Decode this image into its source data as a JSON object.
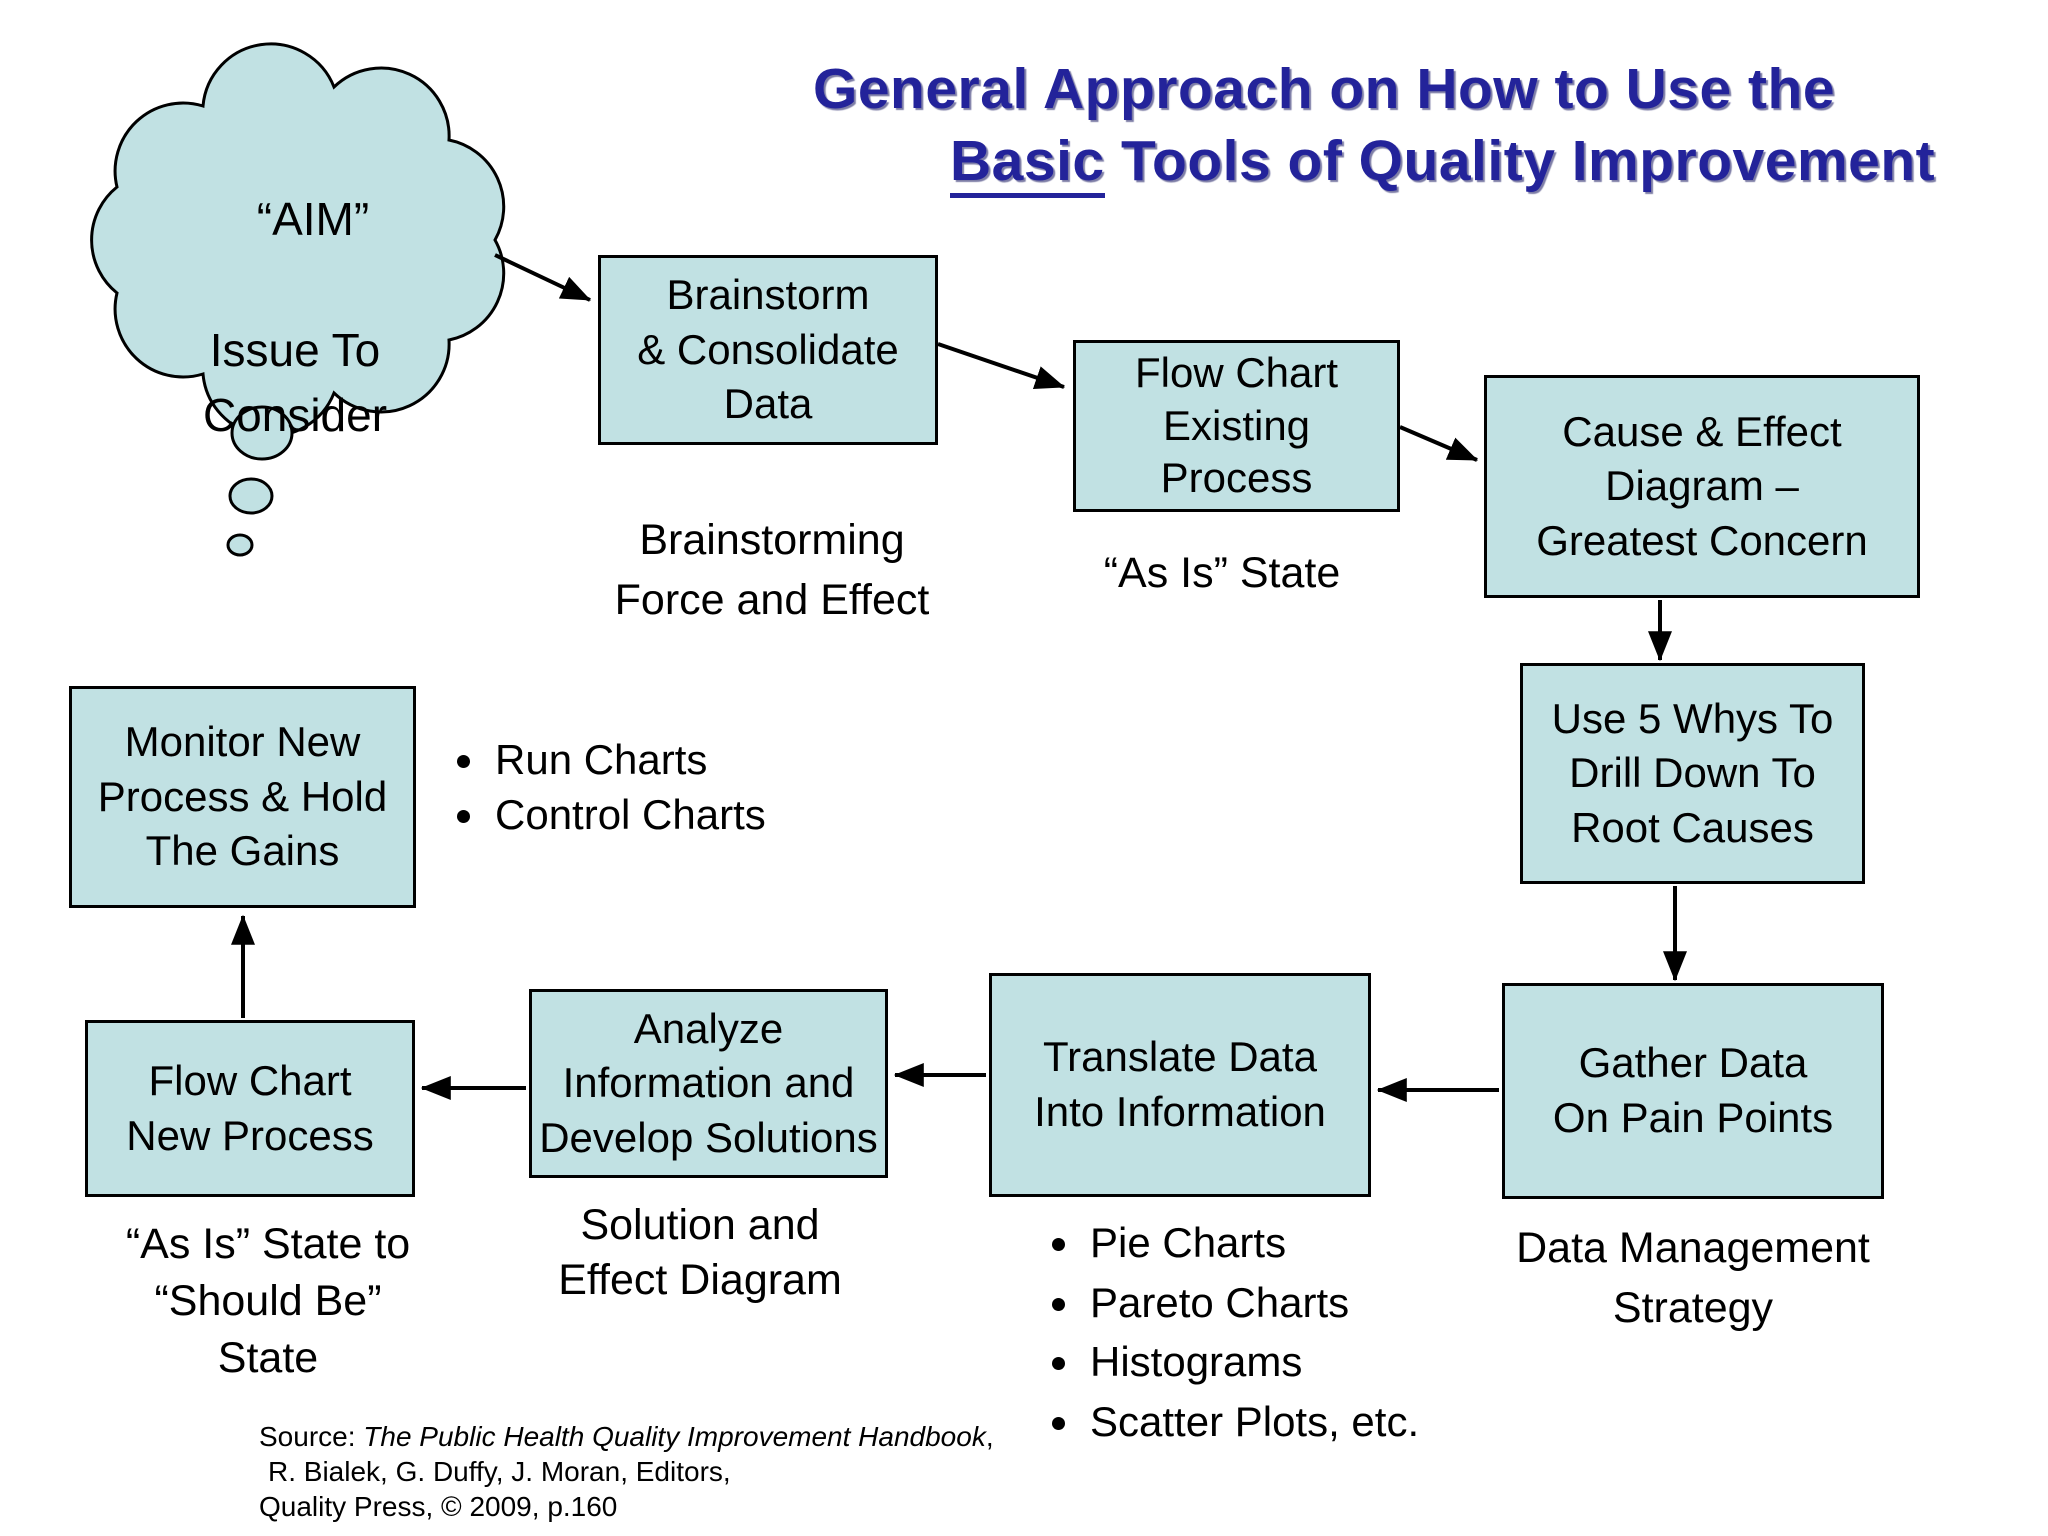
{
  "title": {
    "line1": "General Approach on How to Use the",
    "line2_underline": "Basic",
    "line2_rest": " Tools of Quality Improvement"
  },
  "cloud": {
    "aim": "“AIM”",
    "issue": "Issue To\nConsider"
  },
  "boxes": {
    "brainstorm": {
      "label": "Brainstorm\n& Consolidate\nData",
      "caption": "Brainstorming\nForce and Effect"
    },
    "flow_existing": {
      "label": "Flow Chart\nExisting\nProcess",
      "caption": "“As Is” State"
    },
    "cause_effect": {
      "label": "Cause & Effect\nDiagram –\nGreatest Concern"
    },
    "five_whys": {
      "label": "Use 5 Whys To\nDrill Down To\nRoot Causes"
    },
    "gather_data": {
      "label": "Gather Data\nOn Pain Points",
      "caption": "Data Management\nStrategy"
    },
    "translate": {
      "label": "Translate Data\nInto Information",
      "bullets": [
        "Pie Charts",
        "Pareto Charts",
        "Histograms",
        "Scatter Plots, etc."
      ]
    },
    "analyze": {
      "label": "Analyze\nInformation and\nDevelop Solutions",
      "caption": "Solution and\nEffect Diagram"
    },
    "flow_new": {
      "label": "Flow Chart\nNew Process",
      "caption": "“As Is” State to\n“Should Be”\nState"
    },
    "monitor": {
      "label": "Monitor New\nProcess & Hold\nThe Gains",
      "bullets": [
        "Run Charts",
        "Control Charts"
      ]
    }
  },
  "source": {
    "prefix": "Source: ",
    "book": "The Public Health Quality Improvement Handbook",
    "after_book": ",",
    "line2": "R. Bialek, G. Duffy, J. Moran, Editors,",
    "line3": "Quality Press, © 2009, p.160"
  },
  "colors": {
    "box_fill": "#c1e1e3",
    "box_border": "#000000",
    "title_color": "#23239a",
    "arrow_color": "#000000",
    "text_color": "#000000"
  }
}
